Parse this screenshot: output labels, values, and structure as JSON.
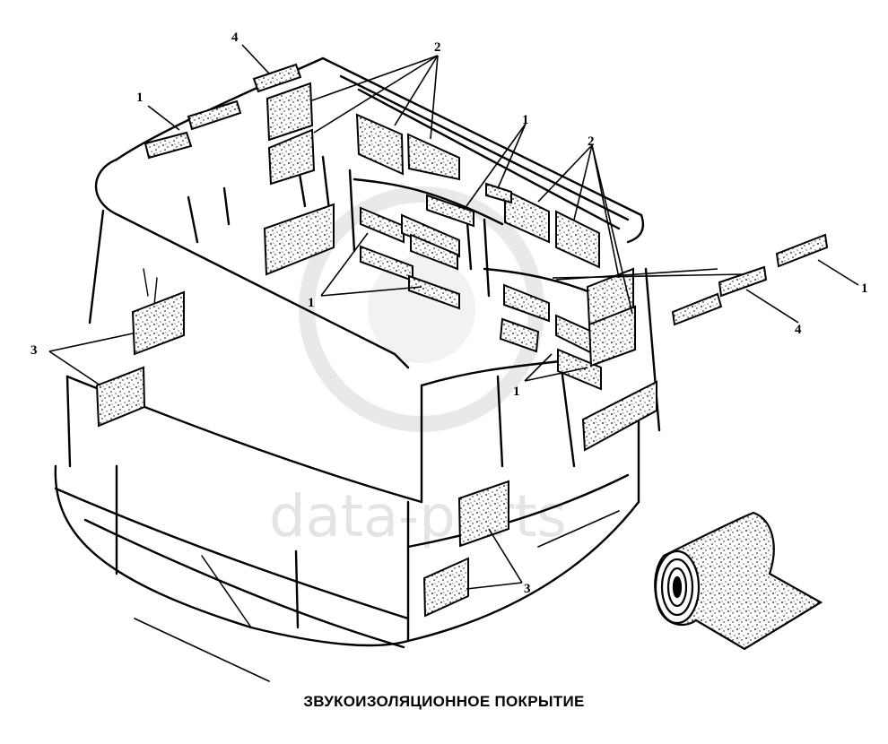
{
  "diagram": {
    "caption": "ЗВУКОИЗОЛЯЦИОННОЕ ПОКРЫТИЕ",
    "callouts": {
      "c1a": "1",
      "c1b": "1",
      "c1c": "1",
      "c1d": "1",
      "c1e": "1",
      "c2a": "2",
      "c2b": "2",
      "c3a": "3",
      "c3b": "3",
      "c4a": "4",
      "c4b": "4"
    },
    "watermark": "data-parts"
  },
  "colors": {
    "line": "#000000",
    "watermark": "#cfcfcf",
    "background": "#ffffff"
  }
}
